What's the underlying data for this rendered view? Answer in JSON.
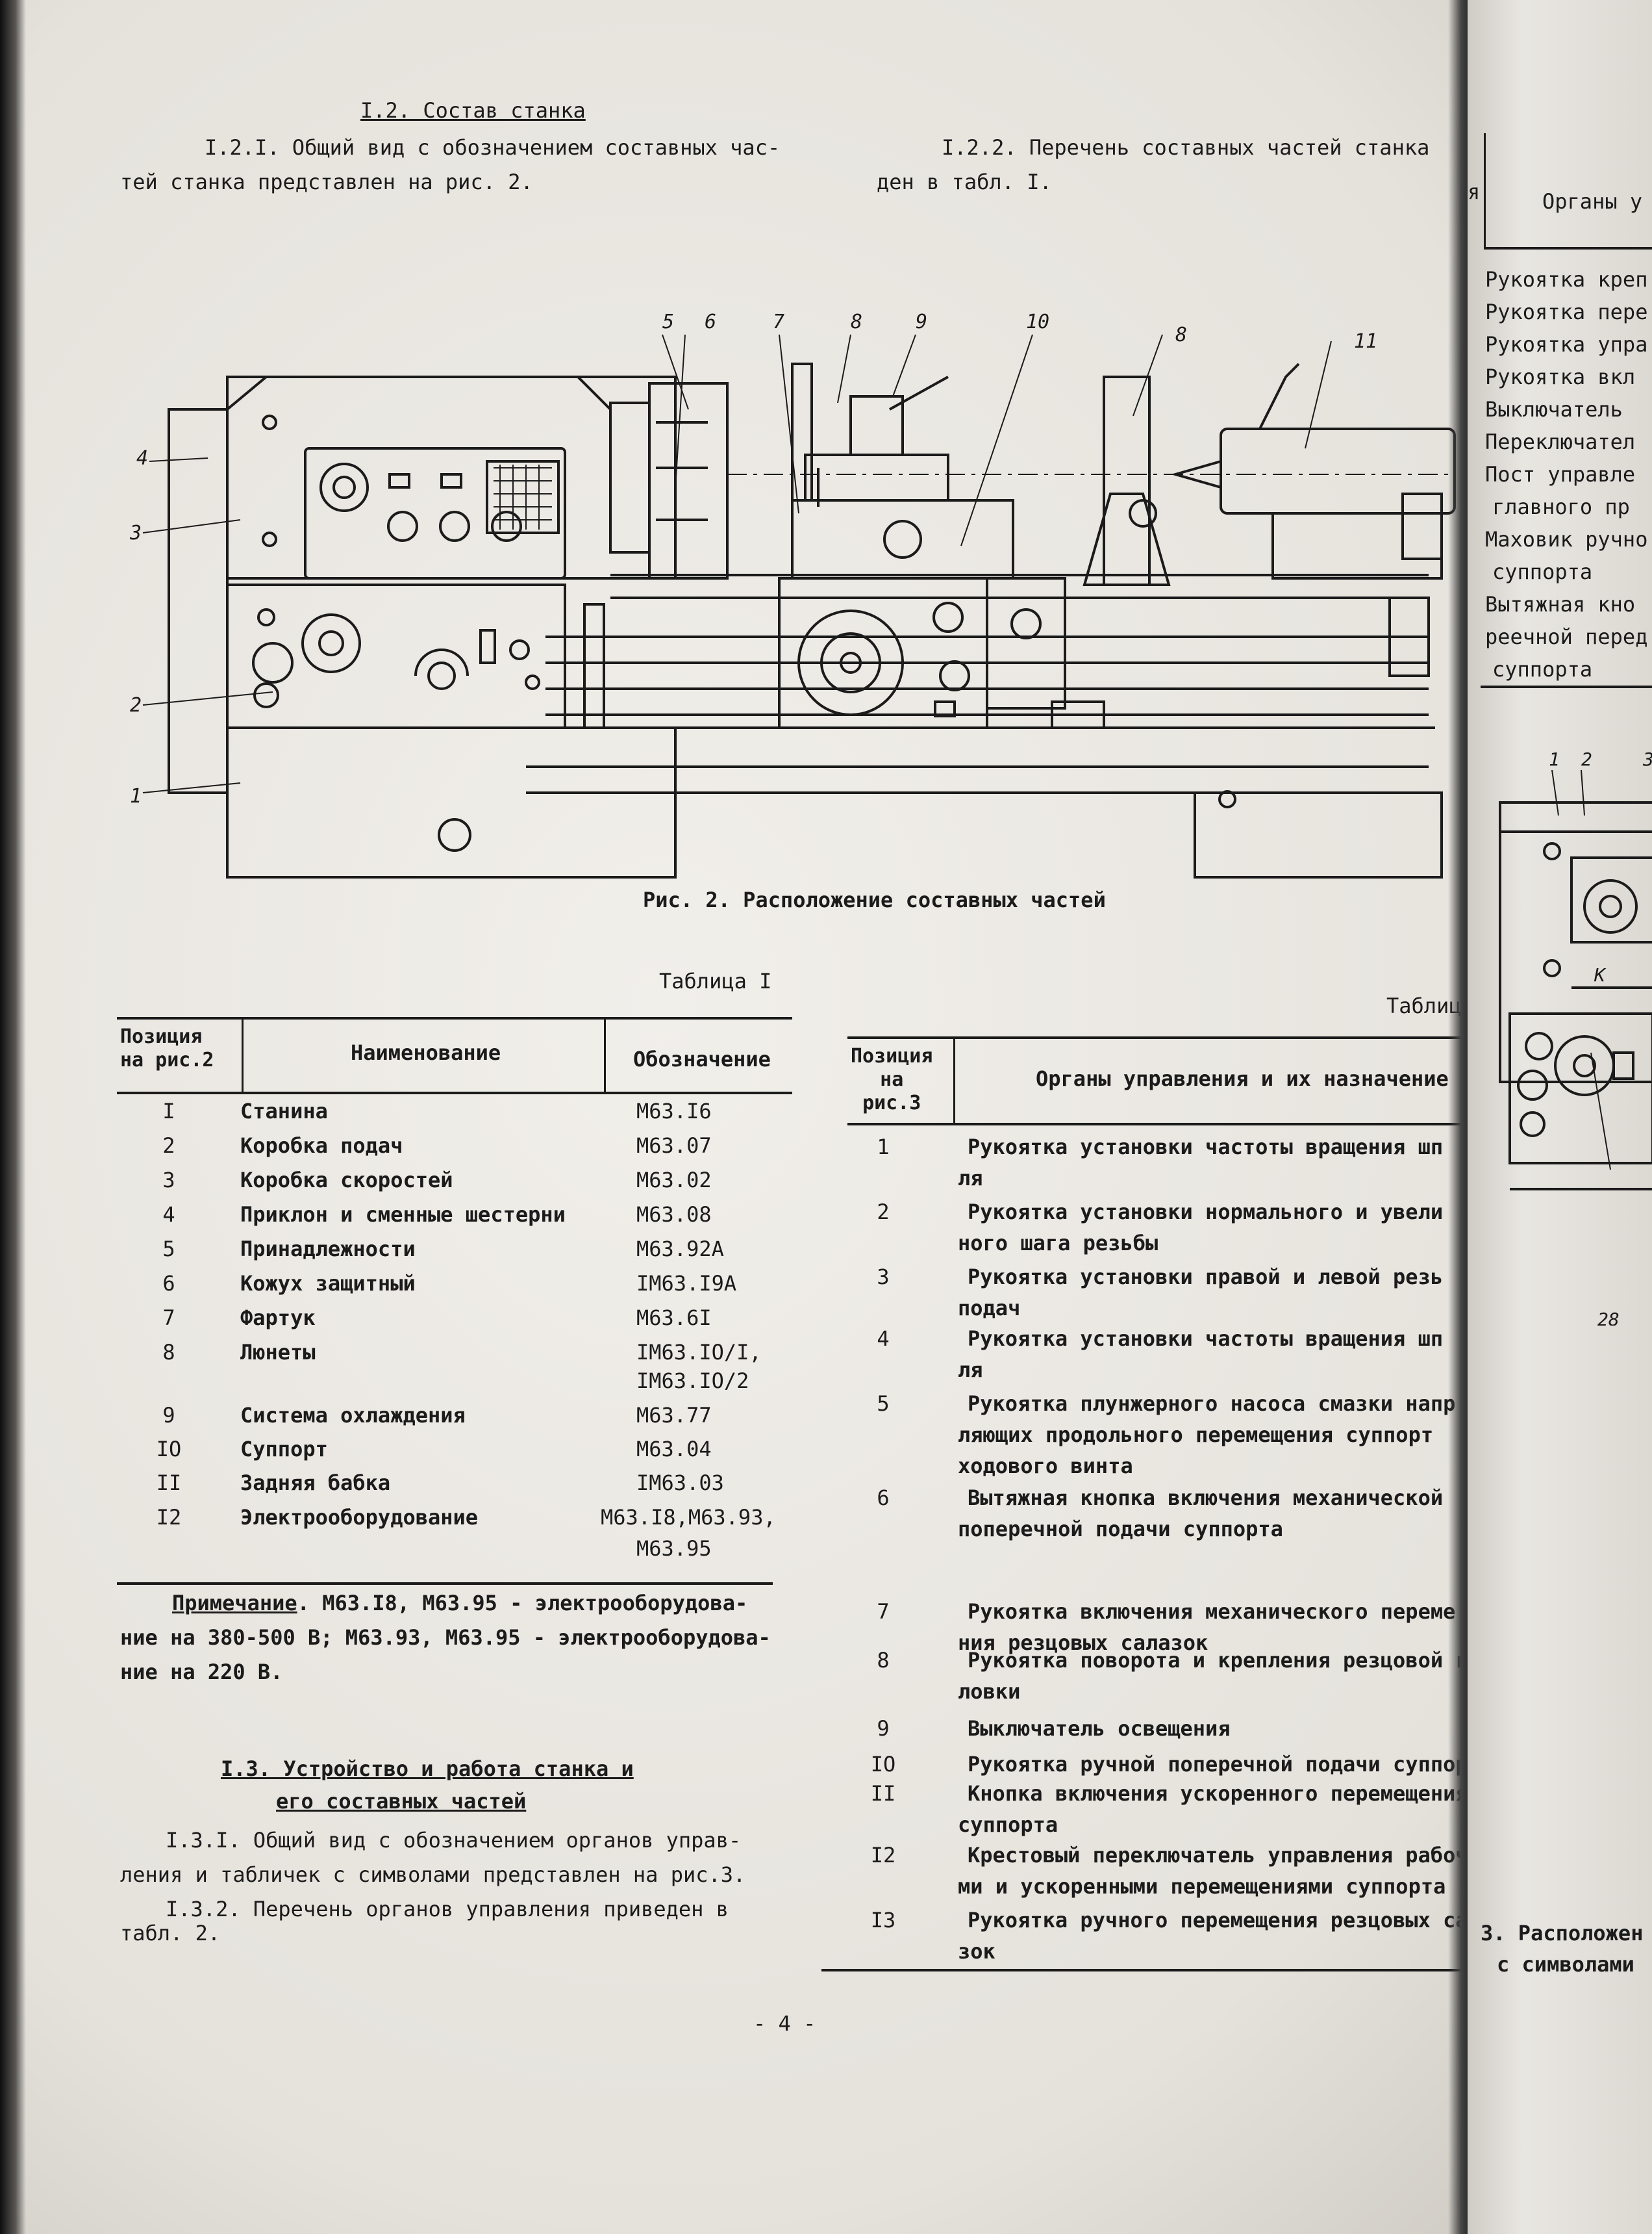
{
  "section_1_2": {
    "title": "I.2. Состав станка",
    "para_1": "I.2.I. Общий вид с обозначением составных час-",
    "para_2": "тей станка представлен на рис. 2.",
    "para_3": "I.2.2. Перечень составных частей станка",
    "para_4": "ден в табл. I."
  },
  "figure2": {
    "caption": "Рис. 2. Расположение составных частей",
    "labels": [
      "1",
      "2",
      "3",
      "4",
      "5",
      "6",
      "7",
      "8",
      "9",
      "10",
      "8",
      "11"
    ]
  },
  "table1": {
    "caption": "Таблица I",
    "headers": [
      "Позиция\nна рис.2",
      "Наименование",
      "Обозначение"
    ],
    "rows": [
      [
        "I",
        "Станина",
        "М63.I6"
      ],
      [
        "2",
        "Коробка подач",
        "М63.07"
      ],
      [
        "3",
        "Коробка скоростей",
        "М63.02"
      ],
      [
        "4",
        "Приклон и сменные шестерни",
        "М63.08"
      ],
      [
        "5",
        "Принадлежности",
        "М63.92А"
      ],
      [
        "6",
        "Кожух защитный",
        "IМ63.I9А"
      ],
      [
        "7",
        "Фартук",
        "М63.6I"
      ],
      [
        "8",
        "Люнеты",
        "IМ63.IO/I,"
      ],
      [
        "",
        "",
        "IМ63.IO/2"
      ],
      [
        "9",
        "Система охлаждения",
        "М63.77"
      ],
      [
        "IO",
        "Суппорт",
        "М63.04"
      ],
      [
        "II",
        "Задняя бабка",
        "IМ63.03"
      ],
      [
        "I2",
        "Электрооборудование",
        "М63.I8,М63.93,"
      ],
      [
        "",
        "",
        "М63.95"
      ]
    ],
    "note_label": "Примечание",
    "note_1": ". М63.I8, М63.95 - электрооборудова-",
    "note_2": "ние на 380-500 В; М63.93, М63.95 - электрооборудова-",
    "note_3": "ние на 220 В."
  },
  "section_1_3": {
    "title_1": "I.3. Устройство и работа станка и",
    "title_2": "его составных частей",
    "para_1": "I.3.I. Общий вид с обозначением органов управ-",
    "para_2": "ления и табличек с символами представлен на рис.3.",
    "para_3": "I.3.2. Перечень органов управления приведен в",
    "para_4": "табл. 2."
  },
  "table2": {
    "caption": "Таблиц",
    "headers": [
      "Позиция\nна\nрис.3",
      "Органы управления и их назначение"
    ],
    "rows": [
      [
        "1",
        "Рукоятка установки частоты вращения шп",
        "ля"
      ],
      [
        "2",
        "Рукоятка установки нормального и увели",
        "ного шага резьбы"
      ],
      [
        "3",
        "Рукоятка установки правой и левой резь",
        "подач"
      ],
      [
        "4",
        "Рукоятка установки частоты вращения шп",
        "ля"
      ],
      [
        "5",
        "Рукоятка плунжерного насоса смазки напр",
        "ляющих продольного перемещения суппорт",
        "ходового винта"
      ],
      [
        "6",
        "Вытяжная кнопка включения механической",
        "поперечной подачи суппорта"
      ],
      [
        "7",
        "Рукоятка включения механического переме",
        "ния резцовых салазок"
      ],
      [
        "8",
        "Рукоятка поворота и крепления резцовой г",
        "ловки"
      ],
      [
        "9",
        "Выключатель освещения"
      ],
      [
        "IO",
        "Рукоятка ручной поперечной подачи суппор"
      ],
      [
        "II",
        "Кнопка включения ускоренного перемещения",
        "суппорта"
      ],
      [
        "I2",
        "Крестовый переключатель управления рабоч",
        "ми и ускоренными перемещениями суппорта"
      ],
      [
        "I3",
        "Рукоятка ручного перемещения резцовых са",
        "зок"
      ]
    ]
  },
  "right_page": {
    "header": "Органы у",
    "left_stub": "я",
    "items": [
      "Рукоятка креп",
      "Рукоятка пере",
      "Рукоятка упра",
      "Рукоятка вкл",
      "Выключатель",
      "Переключател",
      "Пост управле",
      "главного пр",
      "Маховик ручно",
      "суппорта",
      "Вытяжная кно",
      "реечной перед",
      "суппорта"
    ],
    "fig_labels": [
      "1",
      "2",
      "3",
      "К",
      "28"
    ],
    "caption_1": "3. Расположен",
    "caption_2": "с символами"
  },
  "page_number": "- 4 -"
}
